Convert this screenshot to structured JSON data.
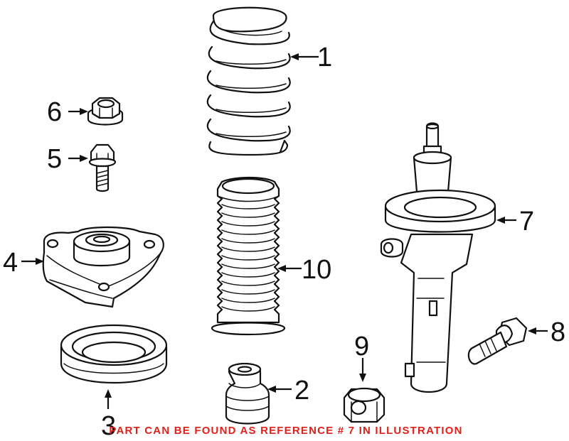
{
  "callouts": {
    "c1": "1",
    "c2": "2",
    "c3": "3",
    "c4": "4",
    "c5": "5",
    "c6": "6",
    "c7": "7",
    "c8": "8",
    "c9": "9",
    "c10": "10"
  },
  "note": {
    "text": "PART CAN BE FOUND AS REFERENCE # 7 IN ILLUSTRATION",
    "color": "#e0201a"
  }
}
